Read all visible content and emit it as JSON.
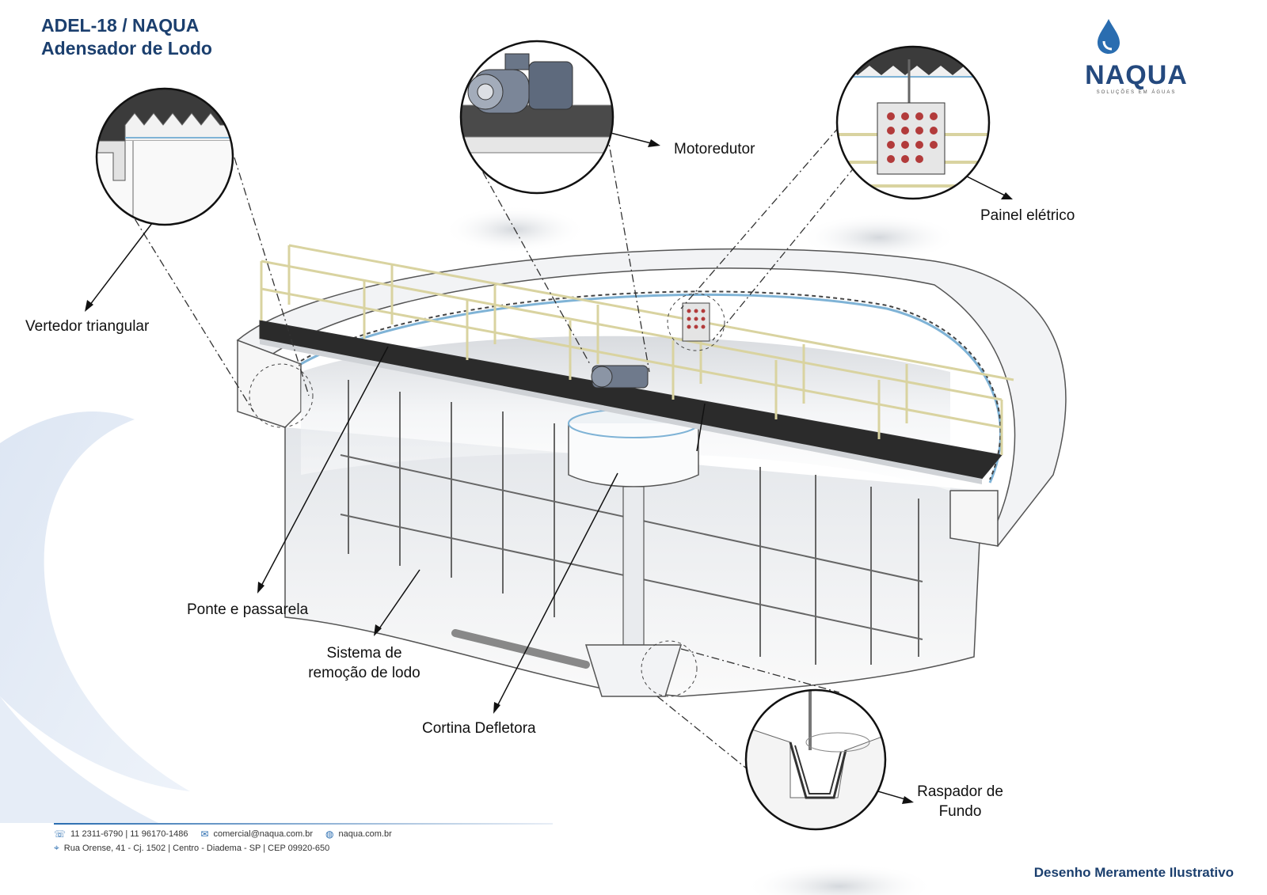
{
  "header": {
    "title_line1": "ADEL-18 / NAQUA",
    "title_line2": "Adensador de Lodo"
  },
  "logo": {
    "name": "NAQUA",
    "tagline": "SOLUÇÕES EM ÁGUAS",
    "icon": "water-drop-icon",
    "color": "#24497e"
  },
  "callouts": {
    "motoredutor": "Motoredutor",
    "painel": "Painel elétrico",
    "vertedor": "Vertedor triangular",
    "ponte": "Ponte e passarela",
    "sistema_line1": "Sistema de",
    "sistema_line2": "remoção de lodo",
    "cortina": "Cortina Defletora",
    "raspador_line1": "Raspador de",
    "raspador_line2": "Fundo"
  },
  "footer": {
    "phones": "11 2311-6790  |  11 96170-1486",
    "email": "comercial@naqua.com.br",
    "site": "naqua.com.br",
    "address": "Rua Orense, 41  -  Cj. 1502  |  Centro  -  Diadema  -  SP  |  CEP 09920-650",
    "phone_icon": "phone-icon",
    "mail_icon": "mail-icon",
    "globe_icon": "globe-icon",
    "pin_icon": "location-pin-icon",
    "disclaimer": "Desenho Meramente Ilustrativo"
  },
  "colors": {
    "brand_blue": "#1b3f6e",
    "railing": "#d9d3a0",
    "walkway": "#2b2b2b",
    "water": "#7fb3d6"
  }
}
